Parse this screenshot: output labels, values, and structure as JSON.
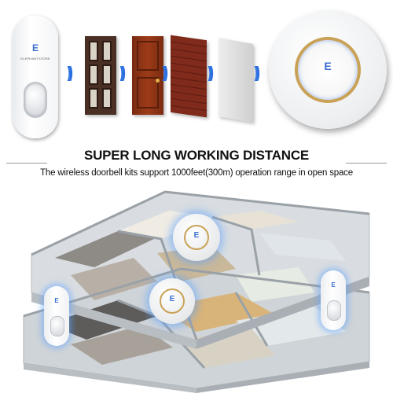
{
  "brand": {
    "logo_mark": "E",
    "brand_text": "ELEPHANTSTORE"
  },
  "heading": "SUPER LONG WORKING DISTANCE",
  "subheading": "The wireless doorbell kits support 1000feet(300m) operation range in open space",
  "icons": {
    "signal_wave": "wireless-signal-icon"
  },
  "colors": {
    "signal_blue": "#2a6fe0",
    "accent_gold": "#c9a257",
    "glow_blue": "#5aa0ff"
  }
}
